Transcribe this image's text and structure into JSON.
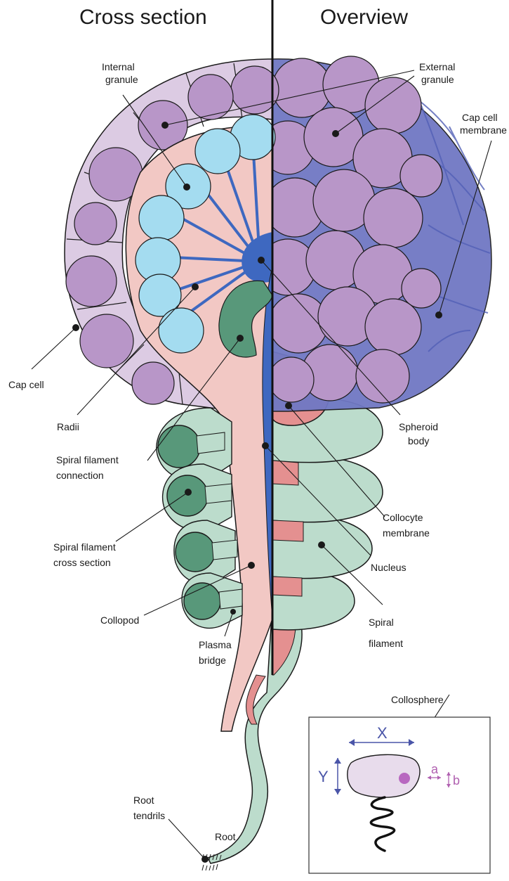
{
  "titles": {
    "left": "Cross section",
    "right": "Overview"
  },
  "labels": {
    "internal_granule": [
      "Internal",
      "granule"
    ],
    "external_granule": [
      "External",
      "granule"
    ],
    "cap_cell_membrane": [
      "Cap cell",
      "membrane"
    ],
    "cap_cell": "Cap cell",
    "radii": "Radii",
    "spheroid_body": [
      "Spheroid",
      "body"
    ],
    "spiral_filament_connection": [
      "Spiral filament",
      "connection"
    ],
    "collocyte_membrane": [
      "Collocyte",
      "membrane"
    ],
    "spiral_filament_cross_section": [
      "Spiral filament",
      "cross section"
    ],
    "nucleus": "Nucleus",
    "collopod": "Collopod",
    "spiral_filament": [
      "Spiral",
      "filament"
    ],
    "plasma_bridge": [
      "Plasma",
      "bridge"
    ],
    "collosphere": "Collosphere",
    "root_tendrils": [
      "Root",
      "tendrils"
    ],
    "root": "Root"
  },
  "inset": {
    "x_label": "X",
    "y_label": "Y",
    "a_label": "a",
    "b_label": "b"
  },
  "colors": {
    "cap_cell_fill": "#dccbe3",
    "granule_purple": "#b896c8",
    "granule_blue": "#a4dcf0",
    "cytoplasm_pink": "#f2c8c4",
    "nucleus_blue": "#3e68c0",
    "membrane_blue": "#7078c4",
    "spiral_green": "#bcdccc",
    "spiral_dark_green": "#58987a",
    "collocyte_red": "#e49090",
    "inset_blob": "#e8dcec",
    "inset_dot": "#b868c0"
  }
}
